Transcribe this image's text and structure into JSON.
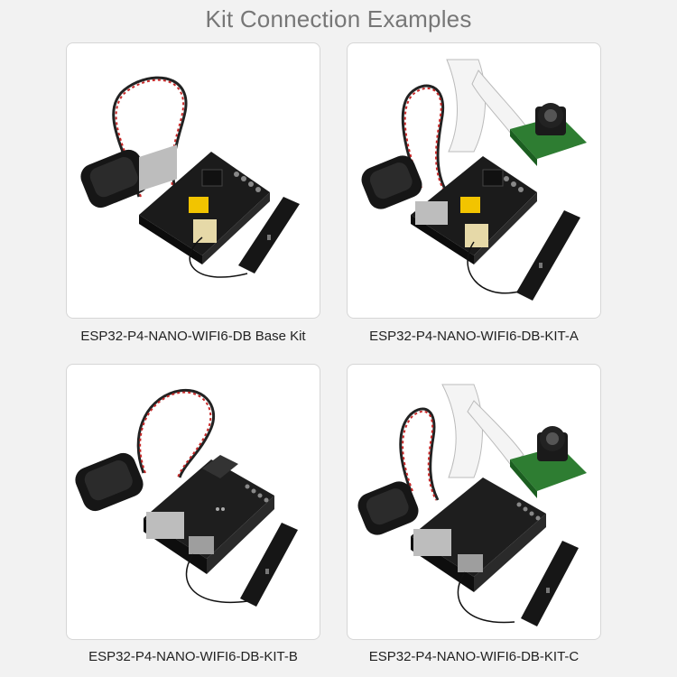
{
  "page": {
    "title": "Kit Connection Examples"
  },
  "kits": [
    {
      "caption": "ESP32-P4-NANO-WIFI6-DB Base Kit",
      "camera": false,
      "case": false
    },
    {
      "caption": "ESP32-P4-NANO-WIFI6-DB-KIT-A",
      "camera": true,
      "case": false
    },
    {
      "caption": "ESP32-P4-NANO-WIFI6-DB-KIT-B",
      "camera": false,
      "case": true
    },
    {
      "caption": "ESP32-P4-NANO-WIFI6-DB-KIT-C",
      "camera": true,
      "case": true
    }
  ]
}
